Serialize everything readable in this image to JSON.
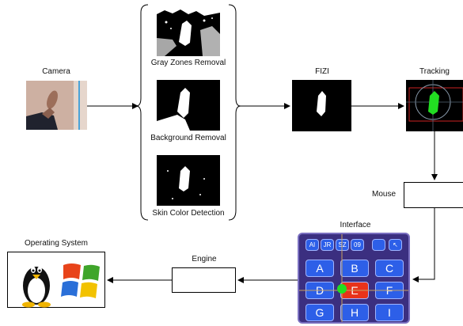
{
  "labels": {
    "camera": "Camera",
    "gray_zones": "Gray Zones Removal",
    "background": "Background Removal",
    "skin": "Skin Color Detection",
    "fizi": "FIZI",
    "tracking": "Tracking",
    "mouse": "Mouse",
    "interface": "Interface",
    "engine": "Engine",
    "os": "Operating System"
  },
  "keyboard": {
    "top_row": [
      "AI",
      "JR",
      "SZ",
      "09"
    ],
    "rows": [
      [
        "A",
        "B",
        "C"
      ],
      [
        "D",
        "E",
        "F"
      ],
      [
        "G",
        "H",
        "I"
      ]
    ],
    "highlighted": "E"
  },
  "colors": {
    "keyboard_frame": "#3b2f80",
    "key_blue": "#2d5fe8",
    "key_highlight": "#e8331a",
    "tracking_dot": "#22dd22",
    "tracking_border": "#cc2222"
  }
}
